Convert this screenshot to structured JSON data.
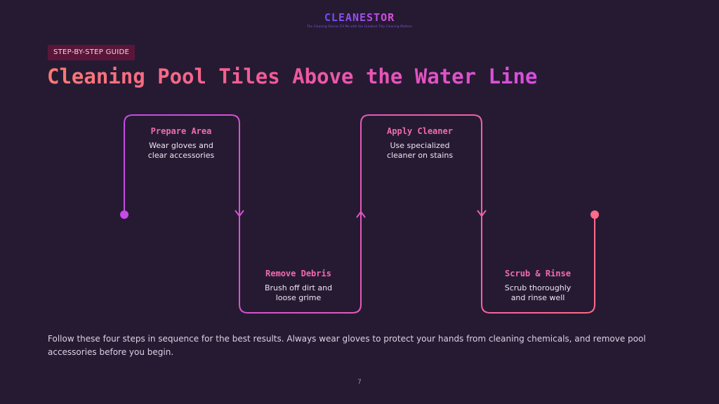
{
  "brand": {
    "name": "CLEANESTOR",
    "tagline": "The Cleaning Stories Fill Me with the Greatest Tidy Cleaning Matters"
  },
  "badge": "STEP-BY-STEP GUIDE",
  "title": "Cleaning Pool Tiles Above the Water Line",
  "steps": [
    {
      "title": "Prepare Area",
      "desc": "Wear gloves and clear accessories"
    },
    {
      "title": "Remove Debris",
      "desc": "Brush off dirt and loose grime"
    },
    {
      "title": "Apply Cleaner",
      "desc": "Use specialized cleaner on stains"
    },
    {
      "title": "Scrub & Rinse",
      "desc": "Scrub thoroughly and rinse well"
    }
  ],
  "footer": "Follow these four steps in sequence for the best results. Always wear gloves to protect your hands from cleaning chemicals, and remove pool accessories before you begin.",
  "page_number": "7",
  "colors": {
    "background": "#261a33",
    "gradient_start": "#c64be6",
    "gradient_end": "#ff6b8a",
    "badge_bg": "#5a1639",
    "step_title": "#f06bad"
  }
}
